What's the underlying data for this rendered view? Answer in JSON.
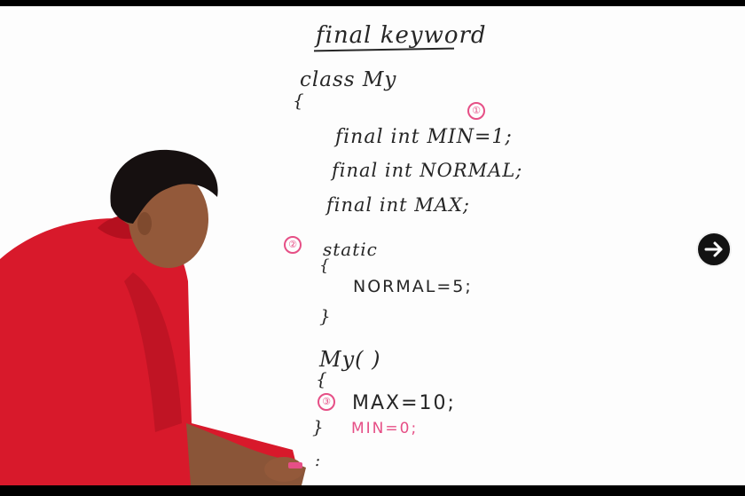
{
  "whiteboard": {
    "title": "final keyword",
    "class_line": "class My",
    "brace_open": "{",
    "marker_1": "①",
    "line_min": "final int MIN=1;",
    "line_normal": "final int NORMAL;",
    "line_max": "final int MAX;",
    "marker_2": "②",
    "static_kw": "static",
    "static_brace_open": "{",
    "static_body": "NORMAL=5;",
    "static_brace_close": "}",
    "constructor": "My( )",
    "ctor_brace_open": "{",
    "marker_3": "③",
    "ctor_max": "MAX=10;",
    "ctor_min": "MIN=0;",
    "ctor_brace_close": "}",
    "trailing_colon": ":"
  },
  "controls": {
    "next_icon": "arrow-right-icon"
  },
  "colors": {
    "ink": "#262626",
    "marker": "#e64f86",
    "shirt": "#d8192b",
    "button_bg": "#121212"
  }
}
